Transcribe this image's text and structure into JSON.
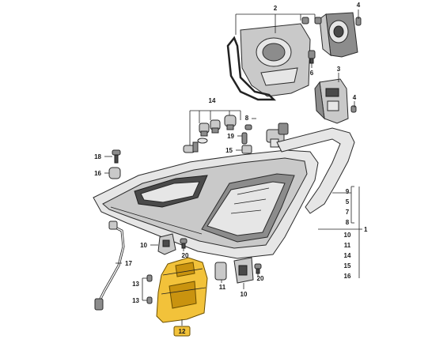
{
  "callouts": {
    "c1": "1",
    "c2": "2",
    "c3": "3",
    "c4a": "4",
    "c4b": "4",
    "c5": "5",
    "c6": "6",
    "c7": "7",
    "c8a": "8",
    "c8b": "8",
    "c9": "9",
    "c10a": "10",
    "c10b": "10",
    "c10c": "10",
    "c11a": "11",
    "c11b": "11",
    "c12": "12",
    "c13a": "13",
    "c13b": "13",
    "c14a": "14",
    "c14b": "14",
    "c15a": "15",
    "c15b": "15",
    "c16a": "16",
    "c16b": "16",
    "c17": "17",
    "c18": "18",
    "c19": "19",
    "c20a": "20",
    "c20b": "20"
  },
  "colors": {
    "highlight": "#f2c23a",
    "part_fill": "#c9c9c9",
    "outline": "#2b2b2b",
    "background": "#ffffff"
  }
}
